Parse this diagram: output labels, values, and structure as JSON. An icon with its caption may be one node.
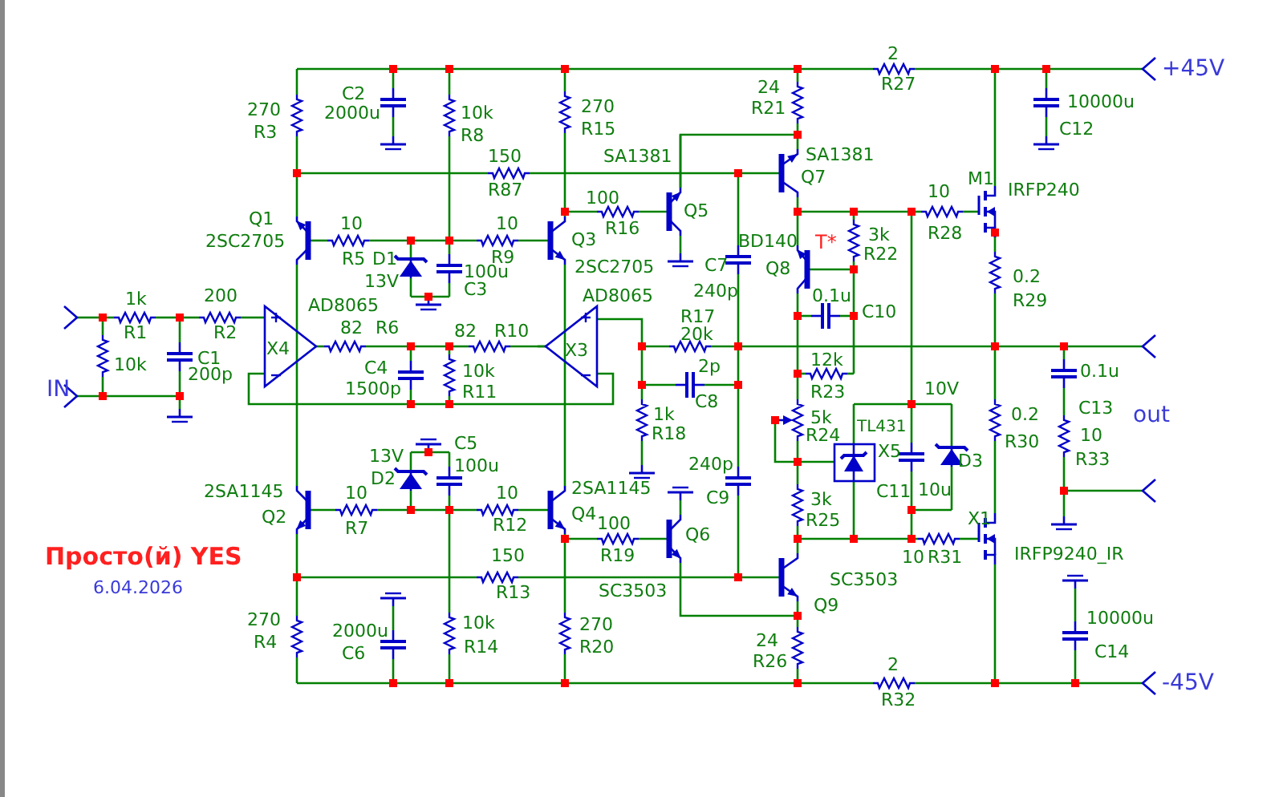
{
  "diagram": {
    "title": "Просто(й) YES",
    "labels": [
      "270",
      "R3",
      "C2",
      "2000u",
      "10k",
      "R8",
      "270",
      "R15",
      "24",
      "R21",
      "2",
      "R27",
      "+45V",
      "10000u",
      "C12",
      "150",
      "R87",
      "SA1381",
      "SA1381",
      "Q7",
      "Q1",
      "2SC2705",
      "100",
      "R16",
      "Q5",
      "10",
      "R28",
      "M1",
      "IRFP240",
      "10",
      "R5",
      "D1",
      "13V",
      "10",
      "R9",
      "Q3",
      "100u",
      "C3",
      "2SC2705",
      "BD140",
      "T*",
      "3k",
      "R22",
      "C7",
      "Q8",
      "240p",
      "0.1u",
      "C10",
      "0.2",
      "R29",
      "AD8065",
      "AD8065",
      "1k",
      "200",
      "R17",
      "20k",
      "R1",
      "R2",
      "X4",
      "82",
      "R6",
      "82",
      "R10",
      "X3",
      "12k",
      "C1",
      "0.1u",
      "2p",
      "C4",
      "10k",
      "10k",
      "200p",
      "IN",
      "1500p",
      "10V",
      "R11",
      "R23",
      "C8",
      "C13",
      "out",
      "0.2",
      "1k",
      "5k",
      "TL431",
      "R18",
      "R24",
      "R30",
      "10",
      "C5",
      "X5",
      "13V",
      "R33",
      "100u",
      "240p",
      "D3",
      "D2",
      "2SA1145",
      "2SA1145",
      "C11",
      "10u",
      "10",
      "10",
      "C9",
      "3k",
      "Q4",
      "Q2",
      "X1",
      "R25",
      "R7",
      "R12",
      "100",
      "Q6",
      "R19",
      "10",
      "R31",
      "IRFP9240_IR",
      "150",
      "6.04.2026",
      "SC3503",
      "SC3503",
      "R13",
      "Q9",
      "270",
      "2000u",
      "10k",
      "270",
      "10000u",
      "24",
      "R4",
      "C6",
      "R14",
      "R20",
      "C14",
      "R26",
      "2",
      "R32",
      "-45V"
    ]
  }
}
